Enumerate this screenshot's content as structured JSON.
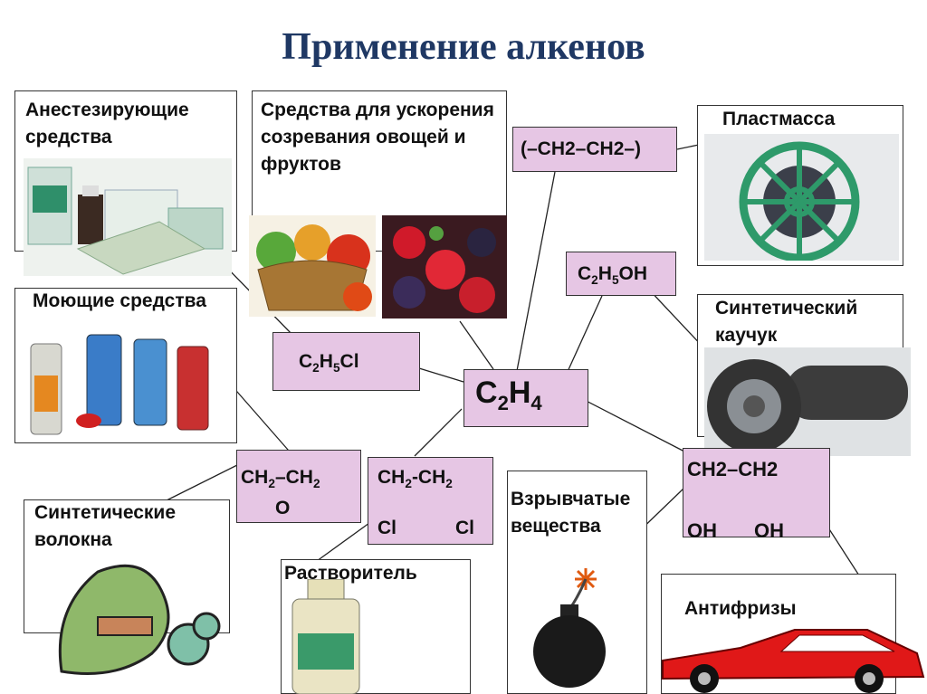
{
  "title": "Применение алкенов",
  "boxes": {
    "anesthetic": "Анестезирующие средства",
    "ripening": "Средства для ускорения созревания овощей и фруктов",
    "detergents": "Моющие средства",
    "plastic": "Пластмасса",
    "rubber": "Синтетический каучук",
    "fibers": "Синтетические волокна",
    "solvent": "Растворитель",
    "explosives": "Взрывчатые вещества",
    "antifreeze": "Антифризы"
  },
  "chem": {
    "center": "C2H4",
    "polymer": "(–CH2–CH2–)",
    "ethanol": "C2H5OH",
    "chloroethane": "C2H5Cl",
    "epoxide_top": "CH2–CH2",
    "epoxide_o": "O",
    "dichloro_top": "CH2-CH2",
    "dichloro_cl1": "Cl",
    "dichloro_cl2": "Cl",
    "glycol_top": "CH2–CH2",
    "glycol_oh1": "OH",
    "glycol_oh2": "OH"
  },
  "colors": {
    "title": "#1f3864",
    "chem_fill": "#e6c6e4",
    "car": "#e01818",
    "reel": "#2e9a6a"
  }
}
